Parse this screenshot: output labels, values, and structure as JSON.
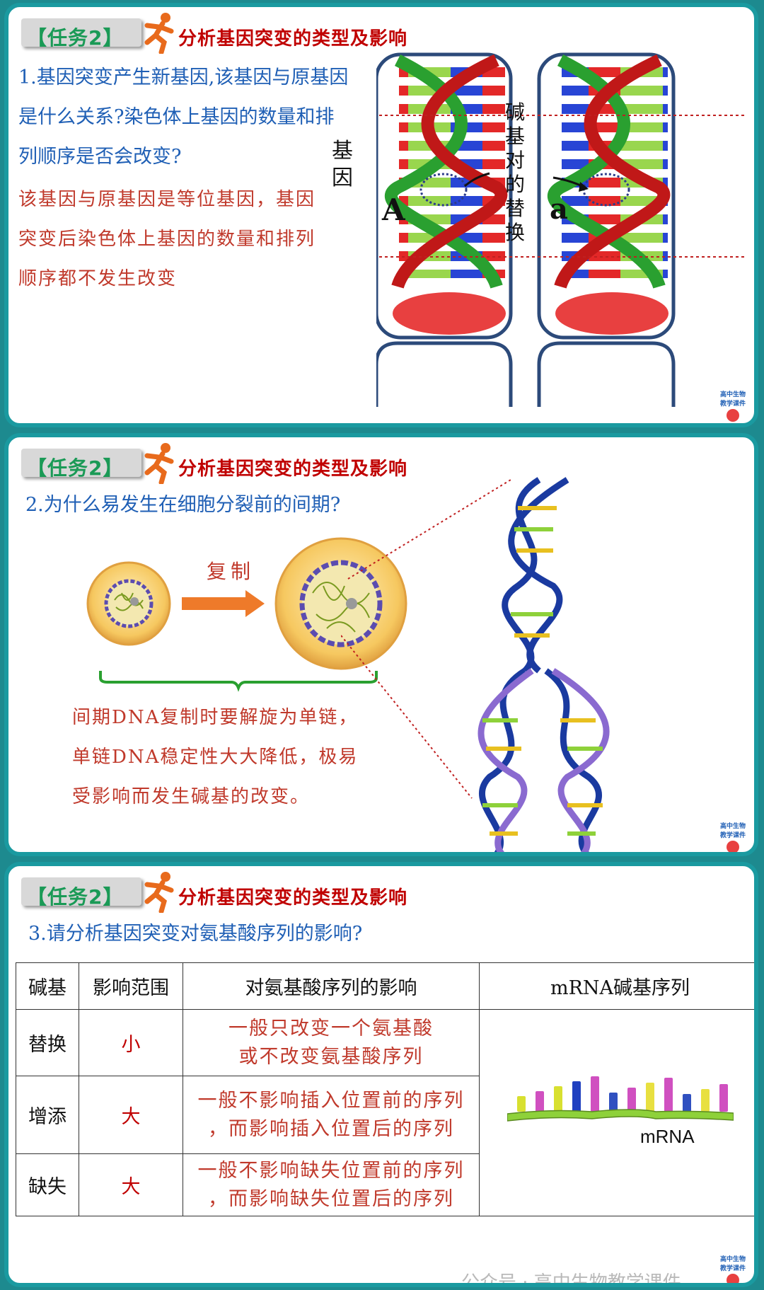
{
  "panels": [
    {
      "tag": "【任务2】",
      "title": "分析基因突变的类型及影响",
      "question_lines": [
        "1.基因突变产生新基因,该基因与原基因",
        "是什么关系?染色体上基因的数量和排",
        "列顺序是否会改变?"
      ],
      "answer_lines": [
        "该基因与原基因是等位基因，基因",
        "突变后染色体上基因的数量和排列",
        "顺序都不发生改变"
      ],
      "gene_label": "基因",
      "allele_left": "A",
      "allele_right": "a",
      "replace_label": "碱基对的替换"
    },
    {
      "tag": "【任务2】",
      "title": "分析基因突变的类型及影响",
      "question": "2.为什么易发生在细胞分裂前的间期?",
      "arrow_label": "复制",
      "answer_lines": [
        "间期DNA复制时要解旋为单链，",
        "单链DNA稳定性大大降低，极易",
        "受影响而发生碱基的改变。"
      ]
    },
    {
      "tag": "【任务2】",
      "title": "分析基因突变的类型及影响",
      "question": "3.请分析基因突变对氨基酸序列的影响?",
      "table": {
        "headers": [
          "碱基",
          "影响范围",
          "对氨基酸序列的影响",
          "mRNA碱基序列"
        ],
        "rows": [
          {
            "type": "替换",
            "range": "小",
            "effect": [
              "一般只改变一个氨基酸",
              "或不改变氨基酸序列"
            ]
          },
          {
            "type": "增添",
            "range": "大",
            "effect": [
              "一般不影响插入位置前的序列",
              "，而影响插入位置后的序列"
            ]
          },
          {
            "type": "缺失",
            "range": "大",
            "effect": [
              "一般不影响缺失位置前的序列",
              "，而影响缺失位置后的序列"
            ]
          }
        ],
        "mrna_label": "mRNA"
      },
      "watermark": "公众号 · 高中生物教学课件"
    }
  ],
  "logo_text": [
    "高中生物",
    "教学课件"
  ],
  "colors": {
    "frame": "#1a9aa0",
    "title_red": "#c00000",
    "question_blue": "#1f5fb5",
    "answer_red": "#c0392b"
  }
}
